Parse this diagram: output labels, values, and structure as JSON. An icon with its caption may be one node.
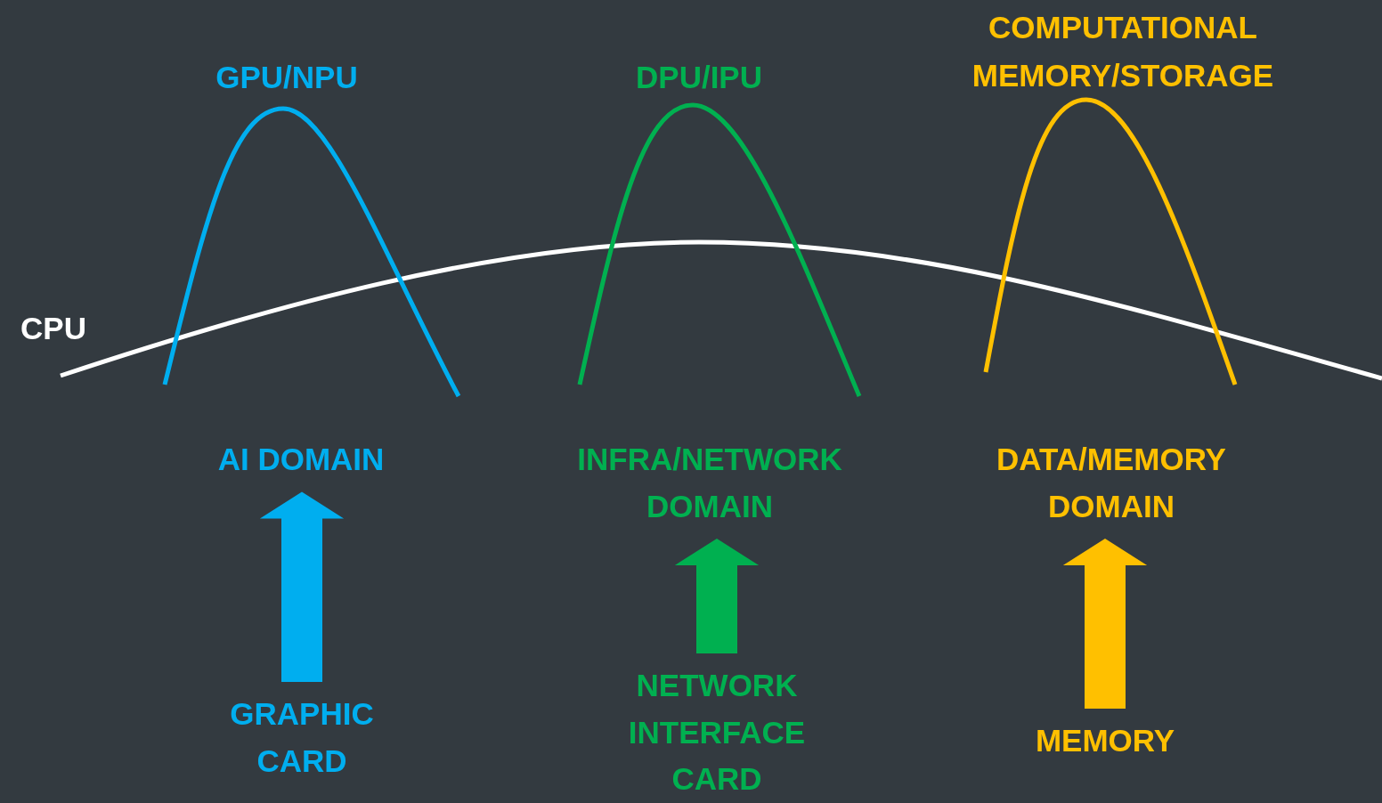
{
  "diagram": {
    "nodes": [
      {
        "text": [
          "AI DOMAIN"
        ]
      },
      {
        "text": [
          "INFRA/NETWORK DOMAIN"
        ]
      },
      {
        "text": [
          "DATA/MEMORY DOMAIN"
        ]
      },
      {
        "text": [
          "GRAPHIC CARD"
        ]
      },
      {
        "text": [
          "NETWORK INTERFACE CARD"
        ]
      },
      {
        "text": [
          "MEMORY"
        ]
      }
    ],
    "edges": [
      {
        "from": 3,
        "to": 0,
        "arrow": "to",
        "style": "thick",
        "color": "#00aeef"
      },
      {
        "from": 4,
        "to": 1,
        "arrow": "to",
        "style": "thick",
        "color": "#00b050"
      },
      {
        "from": 5,
        "to": 2,
        "arrow": "to",
        "style": "thick",
        "color": "#ffc000"
      }
    ],
    "labels": [
      "COMPUTATIONAL MEMORY/STORAGE",
      "GPU/NPU",
      "DPU/IPU",
      "CPU"
    ]
  }
}
